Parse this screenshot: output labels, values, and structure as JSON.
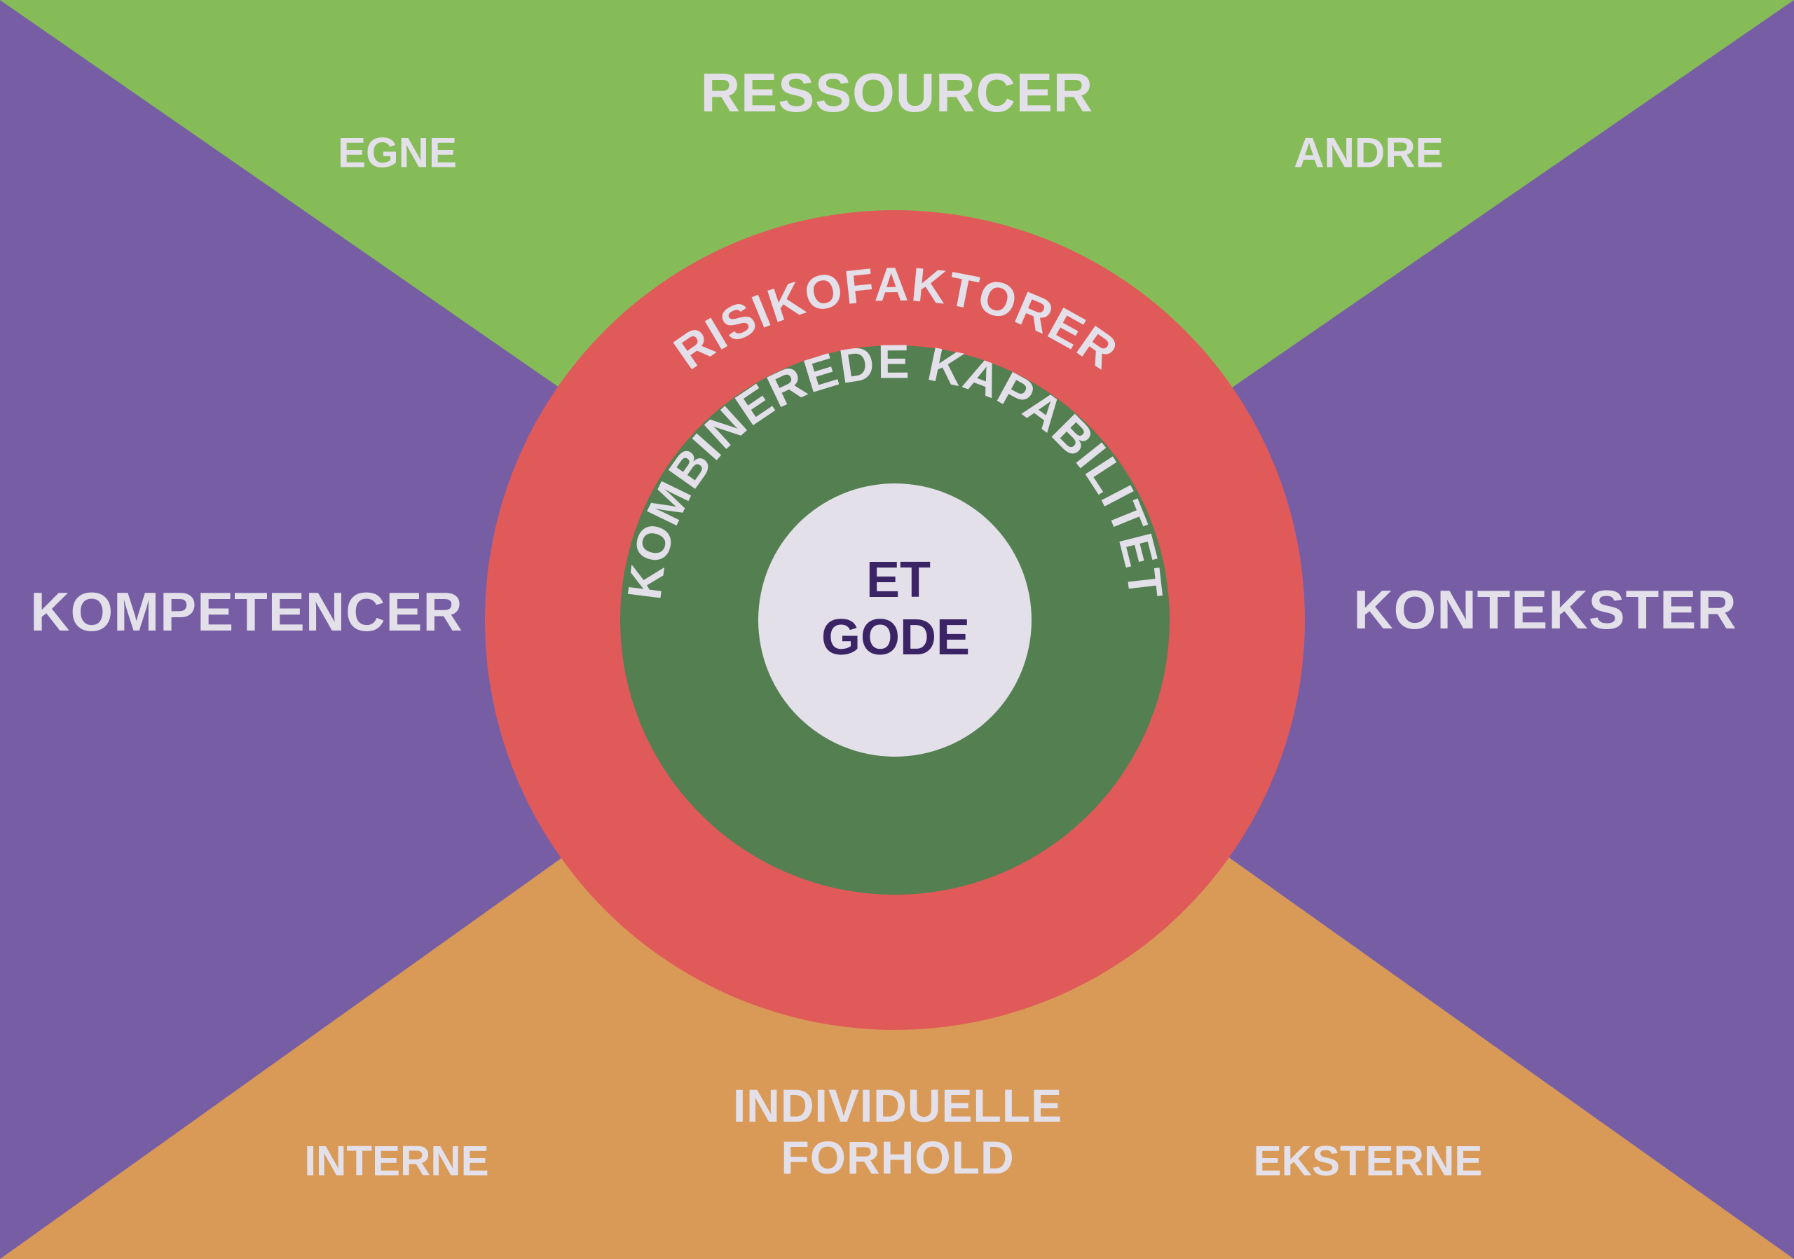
{
  "colors": {
    "purple": "#775ea4",
    "green": "#86bc58",
    "orange": "#d99a57",
    "red": "#e05a59",
    "dark_green": "#537f51",
    "light": "#e3e0ea",
    "text_light": "#e3e0ea",
    "text_dark": "#3b2466"
  },
  "sections": {
    "top": {
      "title": "RESSOURCER",
      "left": "EGNE",
      "right": "ANDRE"
    },
    "left": {
      "title": "KOMPETENCER"
    },
    "right": {
      "title": "KONTEKSTER"
    },
    "bottom": {
      "title_line1": "INDIVIDUELLE",
      "title_line2": "FORHOLD",
      "left": "INTERNE",
      "right": "EKSTERNE"
    }
  },
  "rings": {
    "outer": "RISIKOFAKTORER",
    "middle": "KOMBINEREDE KAPABILITET",
    "center_line1": "ET",
    "center_line2": "GODE"
  }
}
